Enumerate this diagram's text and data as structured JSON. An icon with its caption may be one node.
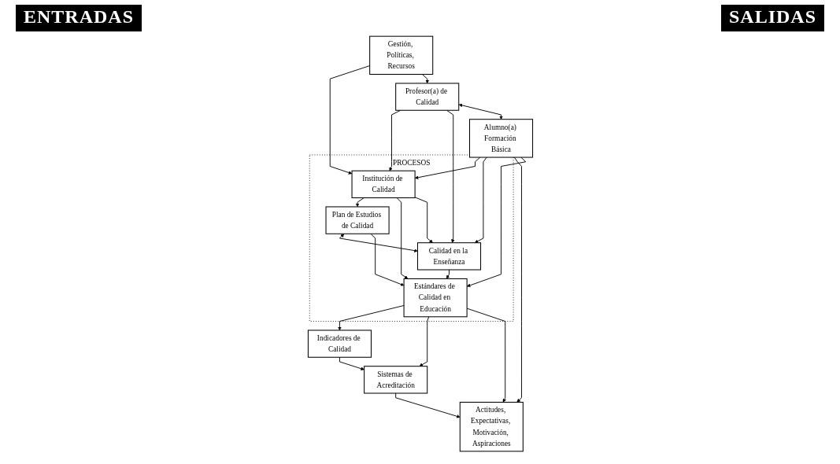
{
  "diagram": {
    "nodes": [
      {
        "text": [
          "Gestión, Políticas, Recursos"
        ]
      },
      {
        "text": [
          "Profesor(a) de Calidad"
        ]
      },
      {
        "text": [
          "Alumno(a) Formación Básica"
        ]
      },
      {
        "text": [
          "PROCESOS"
        ]
      },
      {
        "text": [
          "Institución de Calidad"
        ],
        "in": 3
      },
      {
        "text": [
          "Plan de Estudios de Calidad"
        ],
        "in": 3
      },
      {
        "text": [
          "Calidad en la Enseñanza"
        ],
        "in": 3
      },
      {
        "text": [
          "Estándares de Calidad en Educación"
        ],
        "in": 3
      },
      {
        "text": [
          "Indicadores de Calidad"
        ]
      },
      {
        "text": [
          "Sistemas de Acreditación"
        ]
      },
      {
        "text": [
          "Actitudes, Expectativas, Motivación, Aspiraciones"
        ]
      }
    ],
    "edges": [
      {
        "from": 0,
        "to": 4,
        "arrow": "to"
      },
      {
        "from": 0,
        "to": 1,
        "arrow": "to"
      },
      {
        "from": 1,
        "to": 4,
        "arrow": "to"
      },
      {
        "from": 1,
        "to": 6,
        "arrow": "to"
      },
      {
        "from": 1,
        "to": 2,
        "arrow": "both"
      },
      {
        "from": 2,
        "to": 4,
        "arrow": "to"
      },
      {
        "from": 2,
        "to": 6,
        "arrow": "to"
      },
      {
        "from": 2,
        "to": 10,
        "arrow": "to"
      },
      {
        "from": 2,
        "to": 7,
        "arrow": "to"
      },
      {
        "from": 4,
        "to": 5,
        "arrow": "to"
      },
      {
        "from": 4,
        "to": 7,
        "arrow": "to"
      },
      {
        "from": 4,
        "to": 6,
        "arrow": "to"
      },
      {
        "from": 5,
        "to": 6,
        "arrow": "both"
      },
      {
        "from": 5,
        "to": 7,
        "arrow": "to"
      },
      {
        "from": 6,
        "to": 7,
        "arrow": "to"
      },
      {
        "from": 7,
        "to": 8,
        "arrow": "to"
      },
      {
        "from": 7,
        "to": 9,
        "arrow": "to"
      },
      {
        "from": 7,
        "to": 10,
        "arrow": "to"
      },
      {
        "from": 8,
        "to": 9,
        "arrow": "to"
      },
      {
        "from": 9,
        "to": 10,
        "arrow": "to"
      }
    ],
    "labels": [
      "ENTRADAS",
      "SALIDAS"
    ]
  }
}
